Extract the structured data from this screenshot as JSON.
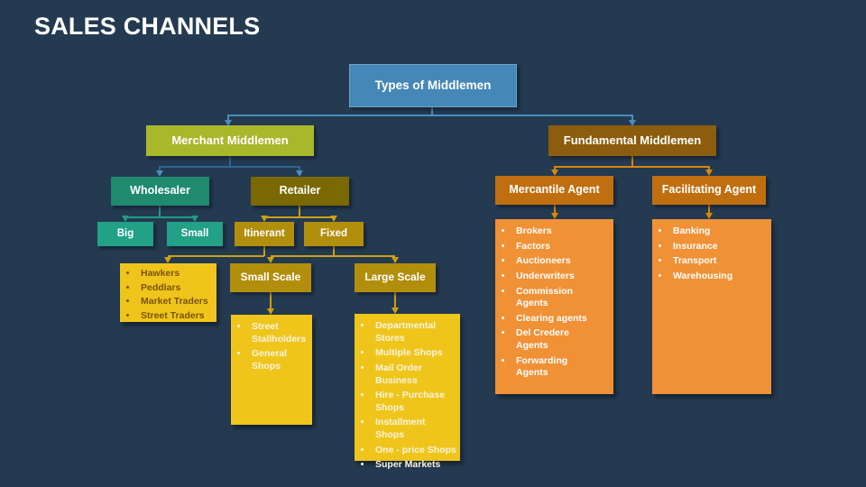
{
  "title": "SALES CHANNELS",
  "palette": {
    "background": "#243A51",
    "root_blue": "#4587B7",
    "merchant_green": "#A9B72B",
    "fundamental_brown": "#8C5D0E",
    "wholesaler_teal_dark": "#1F8A6E",
    "retailer_olive": "#7A6800",
    "teal_bright": "#21A186",
    "gold_dark": "#B28E0D",
    "yellow_list": "#EFC51C",
    "orange_header": "#C06F10",
    "orange_list": "#F09136",
    "connector_blue": "#4B8DBE",
    "connector_teal": "#1E9E82",
    "connector_gold": "#CDA012",
    "connector_orange": "#DA850D",
    "yellow_list_dark_text": "#7A5408"
  },
  "nodes": {
    "types": {
      "label": "Types of Middlemen"
    },
    "merchant": {
      "label": "Merchant Middlemen"
    },
    "fundamental": {
      "label": "Fundamental Middlemen"
    },
    "wholesaler": {
      "label": "Wholesaler"
    },
    "retailer": {
      "label": "Retailer"
    },
    "mercantile": {
      "label": "Mercantile Agent"
    },
    "facilitating": {
      "label": "Facilitating Agent"
    },
    "big": {
      "label": "Big"
    },
    "small": {
      "label": "Small"
    },
    "itinerant": {
      "label": "Itinerant"
    },
    "fixed": {
      "label": "Fixed"
    },
    "small_scale": {
      "label": "Small Scale"
    },
    "large_scale": {
      "label": "Large Scale"
    },
    "itinerant_types": {
      "items": [
        "Hawkers",
        "Peddlars",
        "Market Traders",
        "Street Traders"
      ]
    },
    "small_scale_types": {
      "items": [
        "Street Stallholders",
        "General Shops"
      ]
    },
    "large_scale_types": {
      "items": [
        "Departmental Stores",
        "Multiple Shops",
        "Mail Order Business",
        "Hire - Purchase Shops",
        "Installment Shops",
        "One - price Shops",
        "Super Markets"
      ]
    },
    "mercantile_types": {
      "items": [
        "Brokers",
        "Factors",
        "Auctioneers",
        "Underwriters",
        "Commission Agents",
        "Clearing agents",
        "Del Credere Agents",
        "Forwarding Agents"
      ]
    },
    "facilitating_types": {
      "items": [
        "Banking",
        "Insurance",
        "Transport",
        "Warehousing"
      ]
    }
  }
}
